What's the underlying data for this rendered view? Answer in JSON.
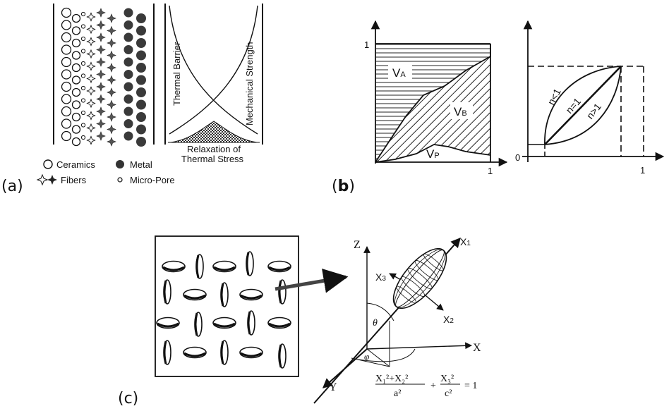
{
  "panel_a": {
    "tag": "(a)",
    "curve_left": "Thermal Barrier",
    "curve_right": "Mechanical Strength",
    "relax_1": "Relaxation of",
    "relax_2": "Thermal Stress",
    "legend": {
      "ceramics": "Ceramics",
      "metal": "Metal",
      "fibers": "Fibers",
      "micro_pore": "Micro-Pore"
    }
  },
  "panel_b": {
    "tag_open": "(",
    "tag_letter": "b",
    "tag_close": ")",
    "y_one": "1",
    "x_one_left": "1",
    "zero": "0",
    "x_one_right": "1",
    "va": "V",
    "va_sub": "A",
    "vb": "V",
    "vb_sub": "B",
    "vp": "V",
    "vp_sub": "P",
    "n_lt": "n<1",
    "n_eq": "n=1",
    "n_gt": "n>1"
  },
  "panel_c": {
    "tag": "(c)",
    "z_axis": "Z",
    "x_axis": "X",
    "y_axis": "Y",
    "x1": "X",
    "x1_sub": "1",
    "x2": "X",
    "x2_sub": "2",
    "x3": "X",
    "x3_sub": "3",
    "theta": "θ",
    "phi": "φ",
    "eq_num": "X₁²+X₂²",
    "eq_den": "a²",
    "eq_plus": "+",
    "eq_num2": "X₃²",
    "eq_den2": "c²",
    "eq_rhs": "= 1"
  }
}
